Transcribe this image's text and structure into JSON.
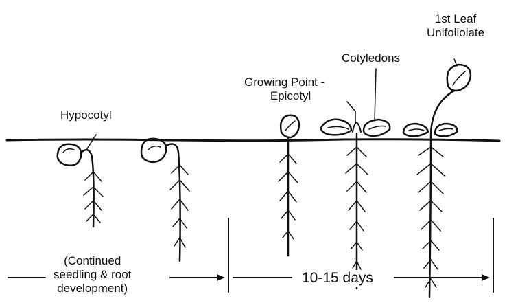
{
  "labels": {
    "hypocotyl": "Hypocotyl",
    "growing_point_line1": "Growing Point -",
    "growing_point_line2": "Epicotyl",
    "cotyledons": "Cotyledons",
    "first_leaf_line1": "1st Leaf",
    "first_leaf_line2": "Unifoliolate",
    "continued_line1": "(Continued",
    "continued_line2": "seedling & root",
    "continued_line3": "development)",
    "duration": "10-15 days"
  },
  "colors": {
    "ink": "#111111",
    "background": "#ffffff"
  }
}
